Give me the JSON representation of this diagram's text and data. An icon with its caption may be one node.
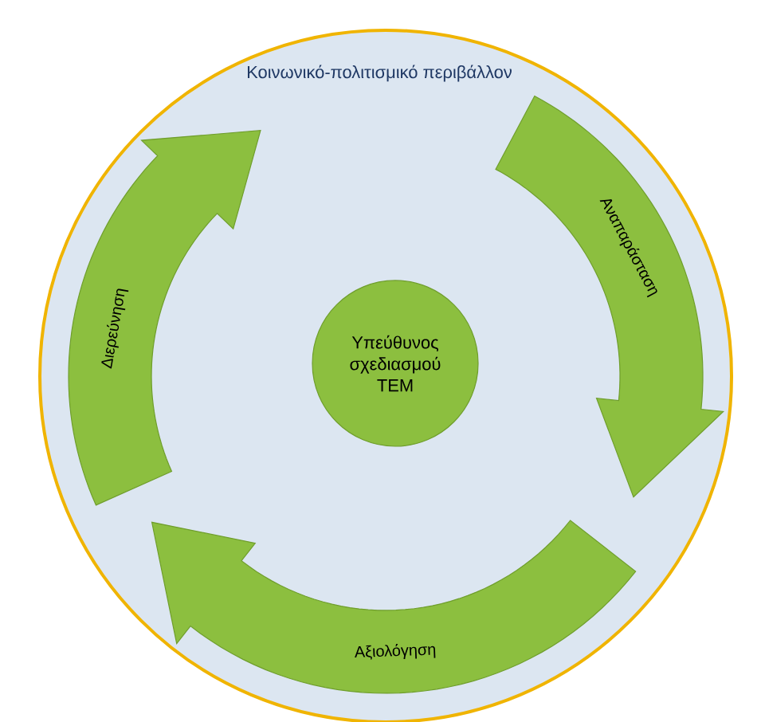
{
  "diagram": {
    "nodes": [
      {
        "text": [
          "Κοινωνικό-πολιτισμικό περιβάλλον"
        ]
      },
      {
        "text": [
          "Διερεύνηση"
        ],
        "in": 0
      },
      {
        "text": [
          "Αναπαράσταση"
        ],
        "in": 0
      },
      {
        "text": [
          "Υπεύθυνος σχεδιασμού ΤΕΜ"
        ],
        "in": 0
      },
      {
        "text": [
          "Αξιολόγηση"
        ],
        "in": 0
      }
    ]
  }
}
